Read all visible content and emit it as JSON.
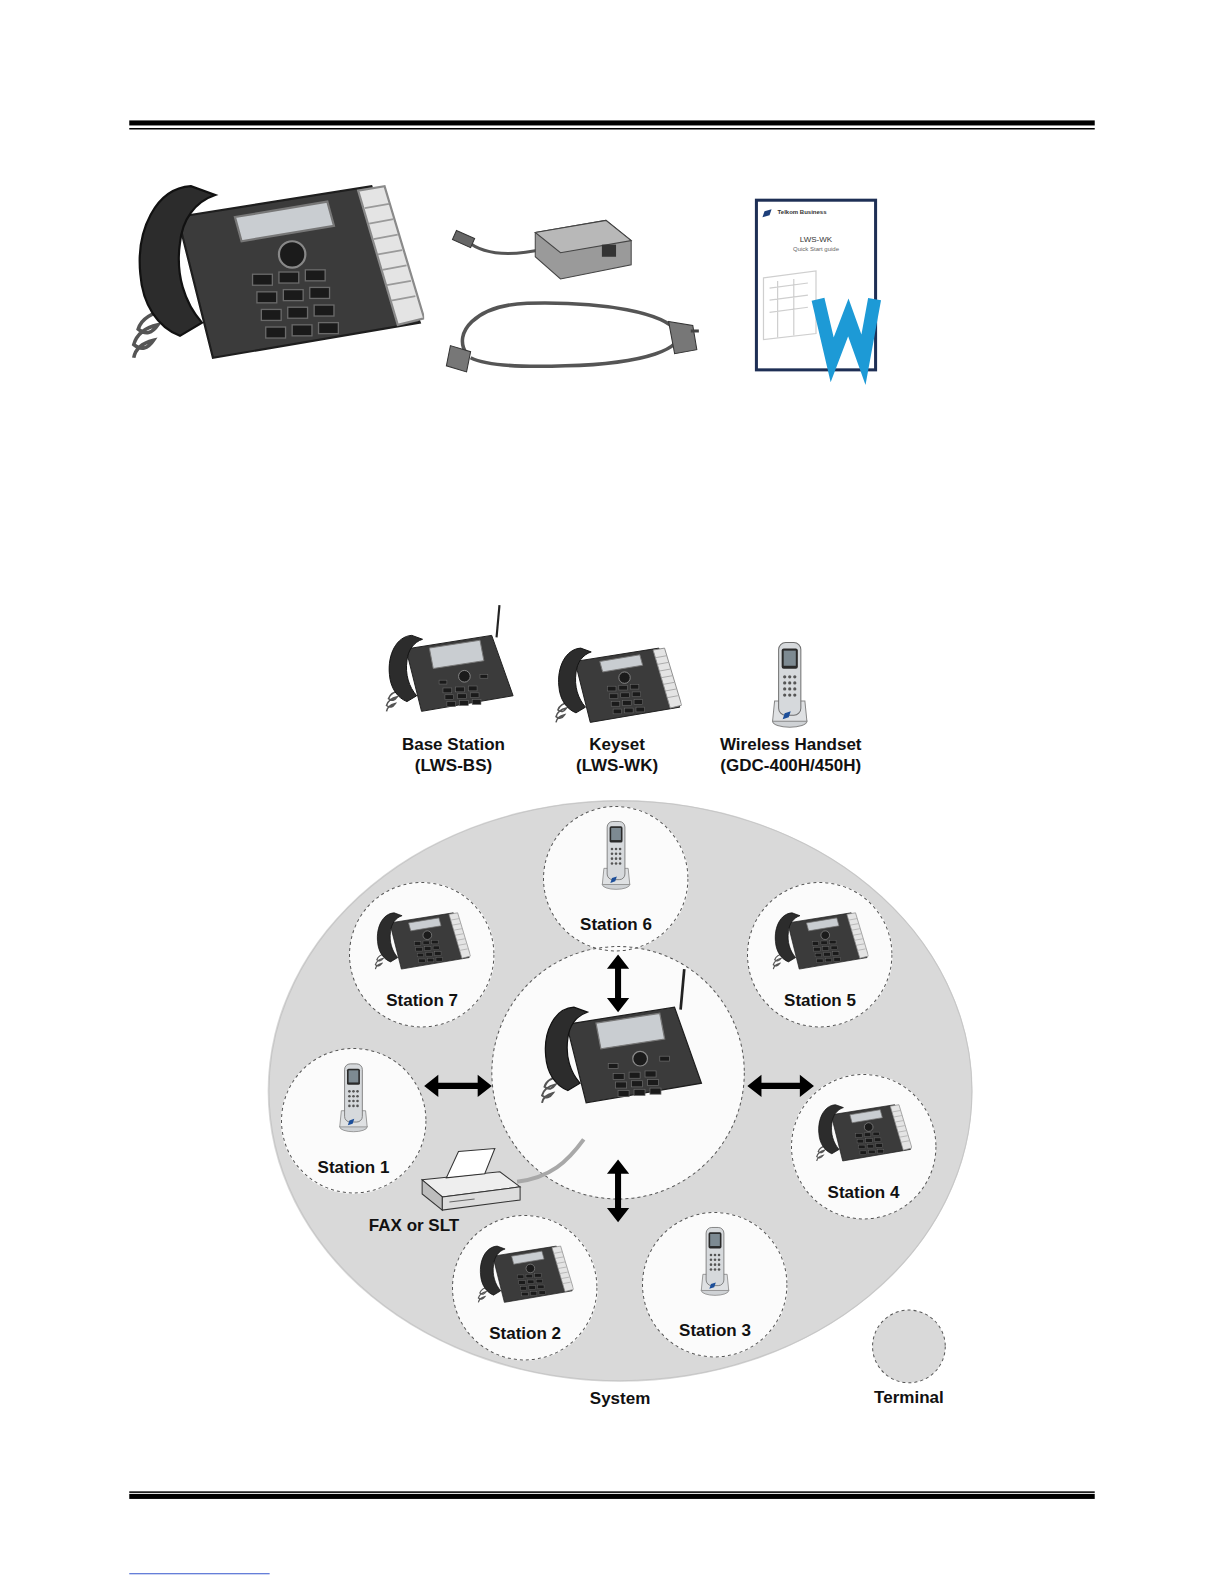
{
  "diagram": {
    "nodes": [
      {
        "text": [
          "System"
        ]
      },
      {
        "text": [
          "Station 6"
        ],
        "in": 0
      },
      {
        "text": [
          "Station 7"
        ],
        "in": 0
      },
      {
        "text": [
          "Station 5"
        ],
        "in": 0
      },
      {
        "text": [
          "Station 1"
        ],
        "in": 0
      },
      {
        "text": [
          "Station 4"
        ],
        "in": 0
      },
      {
        "text": [
          "Station 2"
        ],
        "in": 0
      },
      {
        "text": [
          "Station 3"
        ],
        "in": 0
      }
    ],
    "labels": [
      "Telkom Business",
      "LWS-WK",
      "Quick Start guide",
      "Base Station (LWS-BS)",
      "Keyset (LWS-WK)",
      "Wireless Handset (GDC-400H/450H)",
      "FAX or SLT"
    ],
    "legend": [
      {
        "text": "Terminal"
      }
    ]
  }
}
